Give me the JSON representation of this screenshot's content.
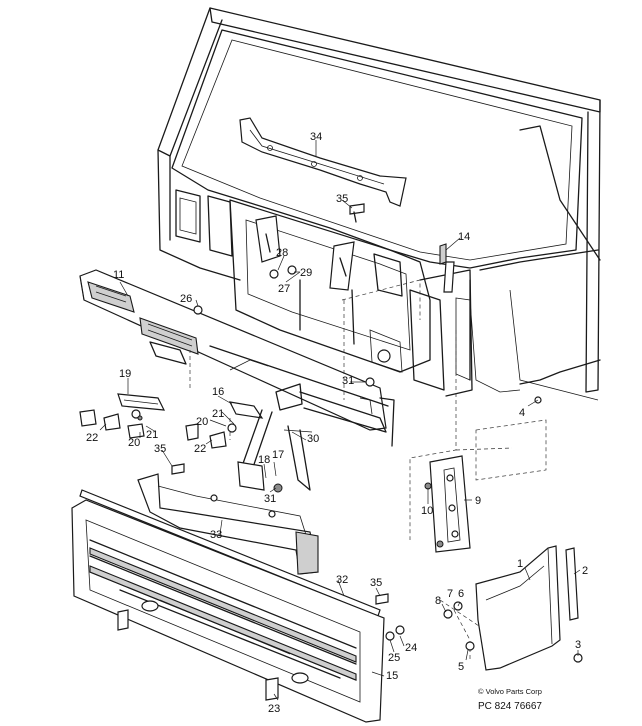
{
  "callouts": [
    "1",
    "2",
    "3",
    "4",
    "5",
    "6",
    "7",
    "8",
    "9",
    "10",
    "11",
    "14",
    "15",
    "16",
    "17",
    "18",
    "19",
    "20",
    "20",
    "21",
    "21",
    "22",
    "22",
    "23",
    "24",
    "25",
    "26",
    "27",
    "28",
    "29",
    "30",
    "31",
    "31",
    "32",
    "33",
    "34",
    "35",
    "35",
    "35"
  ],
  "credit": {
    "copyright": "© Volvo Parts Corp",
    "code": "PC 824 76667"
  }
}
